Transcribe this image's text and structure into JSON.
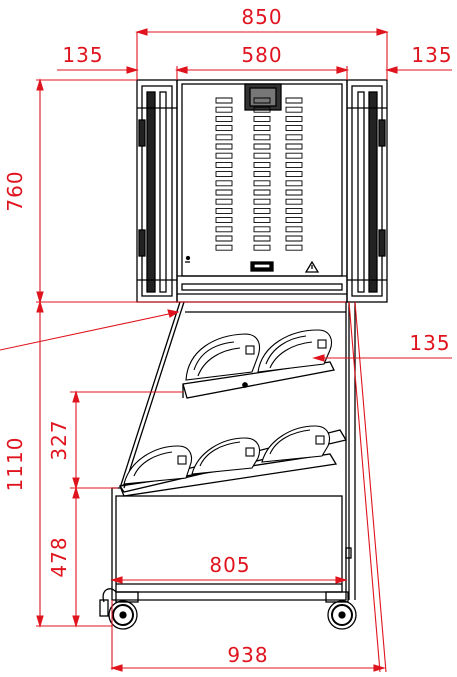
{
  "drawing": {
    "line_color": "#000000",
    "dimension_color": "#e0141e",
    "dimensions": {
      "overall_width_top": "850",
      "left_offset_top": "135",
      "inner_width_top": "580",
      "right_offset_top": "135",
      "upper_height": "760",
      "shelf_depth_right": "135",
      "lower_height": "1110",
      "shelf_spacing": "327",
      "base_height": "478",
      "base_width": "805",
      "overall_width_bottom": "938"
    }
  }
}
